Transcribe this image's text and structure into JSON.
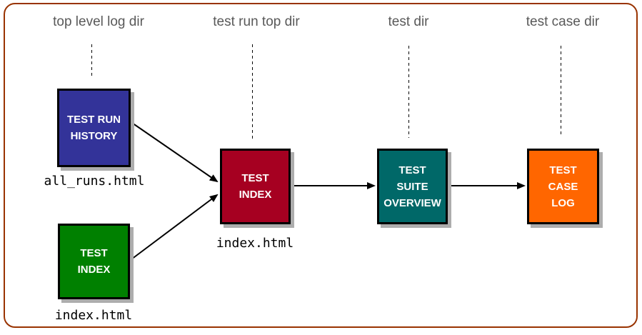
{
  "frame": {
    "border_color": "#993300",
    "background_color": "#ffffff"
  },
  "columns": [
    {
      "label": "top level log dir"
    },
    {
      "label": "test run top dir"
    },
    {
      "label": "test dir"
    },
    {
      "label": "test case dir"
    }
  ],
  "nodes": {
    "test_run_history": {
      "lines": [
        "TEST RUN",
        "HISTORY"
      ],
      "color": "#333399",
      "file": "all_runs.html"
    },
    "test_index_top_level": {
      "lines": [
        "TEST",
        "INDEX"
      ],
      "color": "#008000",
      "file": "index.html"
    },
    "test_index_test_run": {
      "lines": [
        "TEST",
        "INDEX"
      ],
      "color": "#A60021",
      "file": "index.html"
    },
    "test_suite_overview": {
      "lines": [
        "TEST",
        "SUITE",
        "OVERVIEW"
      ],
      "color": "#006868"
    },
    "test_case_log": {
      "lines": [
        "TEST",
        "CASE",
        "LOG"
      ],
      "color": "#FF6600"
    }
  },
  "styles": {
    "box_text_color": "#ffffff",
    "box_border_color": "#000000",
    "box_shadow_color": "#adadad",
    "header_text_color": "#595959",
    "connector_color": "#000000",
    "file_label_color": "#000000"
  }
}
